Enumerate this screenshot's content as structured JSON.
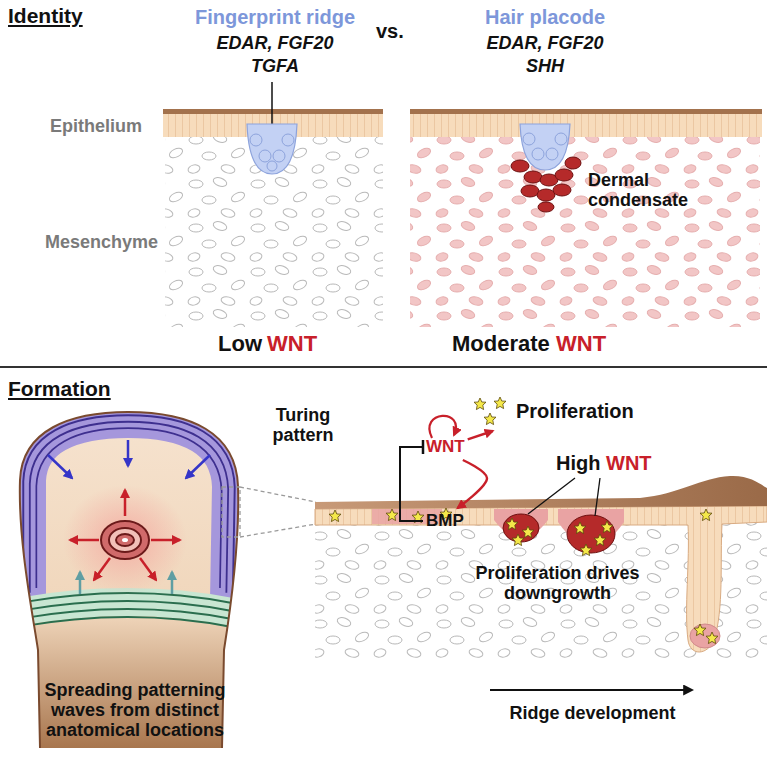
{
  "diagram": {
    "nodes": [
      {
        "text": [
          "WNT"
        ]
      },
      {
        "text": [
          "BMP"
        ]
      },
      {
        "text": [
          "Proliferation"
        ]
      }
    ],
    "edges": [
      {
        "from": 0,
        "to": 1,
        "arrow": "to"
      },
      {
        "from": 1,
        "to": 0,
        "arrow": "to"
      },
      {
        "from": 0,
        "to": 2,
        "arrow": "to"
      }
    ],
    "labels": [
      "Identity",
      "Fingerprint ridge",
      "vs.",
      "Hair placode",
      "EDAR, FGF20",
      "TGFA",
      "EDAR, FGF20",
      "SHH",
      "Epithelium",
      "Mesenchyme",
      "Dermal condensate",
      "Low",
      "WNT",
      "Moderate",
      "WNT",
      "Formation",
      "Turing pattern",
      "High",
      "WNT",
      "Proliferation drives downgrowth",
      "Spreading patterning waves from distinct anatomical locations",
      "Ridge development"
    ]
  }
}
